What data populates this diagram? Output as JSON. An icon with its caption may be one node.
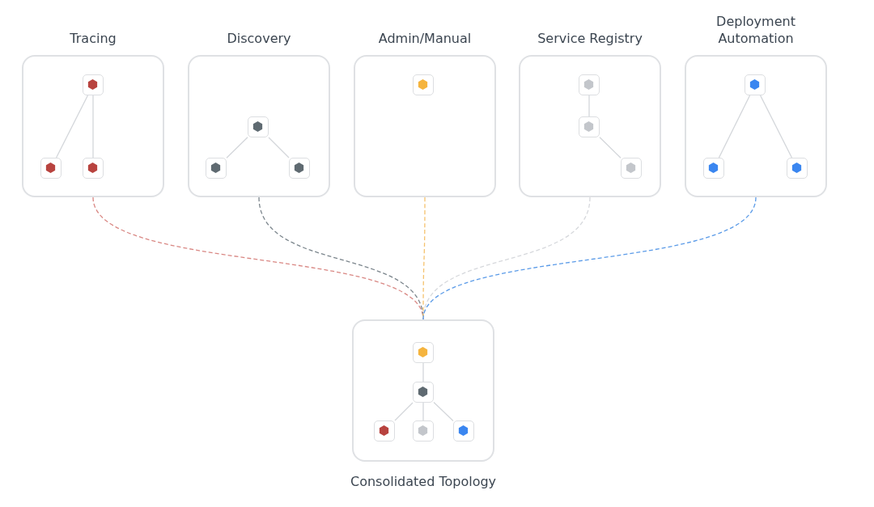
{
  "diagram": {
    "nodes": [
      {
        "text": [
          "Tracing"
        ]
      },
      {
        "text": [],
        "shape": "hexagon",
        "in": 0
      },
      {
        "text": [],
        "shape": "hexagon",
        "in": 0
      },
      {
        "text": [],
        "shape": "hexagon",
        "in": 0
      },
      {
        "text": [
          "Discovery"
        ]
      },
      {
        "text": [],
        "shape": "hexagon",
        "in": 4
      },
      {
        "text": [],
        "shape": "hexagon",
        "in": 4
      },
      {
        "text": [],
        "shape": "hexagon",
        "in": 4
      },
      {
        "text": [
          "Admin/Manual"
        ]
      },
      {
        "text": [],
        "shape": "hexagon",
        "in": 8
      },
      {
        "text": [
          "Service Registry"
        ]
      },
      {
        "text": [],
        "shape": "hexagon",
        "in": 10
      },
      {
        "text": [],
        "shape": "hexagon",
        "in": 10
      },
      {
        "text": [],
        "shape": "hexagon",
        "in": 10
      },
      {
        "text": [
          "Deployment Automation"
        ]
      },
      {
        "text": [],
        "shape": "hexagon",
        "in": 14
      },
      {
        "text": [],
        "shape": "hexagon",
        "in": 14
      },
      {
        "text": [],
        "shape": "hexagon",
        "in": 14
      },
      {
        "text": [
          "Consolidated Topology"
        ]
      },
      {
        "text": [],
        "shape": "hexagon",
        "in": 18
      },
      {
        "text": [],
        "shape": "hexagon",
        "in": 18
      },
      {
        "text": [],
        "shape": "hexagon",
        "in": 18
      },
      {
        "text": [],
        "shape": "hexagon",
        "in": 18
      },
      {
        "text": [],
        "shape": "hexagon",
        "in": 18
      }
    ],
    "edges": [
      {
        "from": 1,
        "to": 2,
        "arrow": "none"
      },
      {
        "from": 1,
        "to": 3,
        "arrow": "none"
      },
      {
        "from": 5,
        "to": 6,
        "arrow": "none"
      },
      {
        "from": 5,
        "to": 7,
        "arrow": "none"
      },
      {
        "from": 11,
        "to": 12,
        "arrow": "none"
      },
      {
        "from": 12,
        "to": 13,
        "arrow": "none"
      },
      {
        "from": 15,
        "to": 16,
        "arrow": "none"
      },
      {
        "from": 15,
        "to": 17,
        "arrow": "none"
      },
      {
        "from": 19,
        "to": 20,
        "arrow": "none"
      },
      {
        "from": 20,
        "to": 21,
        "arrow": "none"
      },
      {
        "from": 20,
        "to": 22,
        "arrow": "none"
      },
      {
        "from": 20,
        "to": 23,
        "arrow": "none"
      },
      {
        "from": 0,
        "to": 18,
        "arrow": "none",
        "style": "dashed",
        "color": "#d98783"
      },
      {
        "from": 4,
        "to": 18,
        "arrow": "none",
        "style": "dashed",
        "color": "#7b858c"
      },
      {
        "from": 8,
        "to": 18,
        "arrow": "none",
        "style": "dashed",
        "color": "#f5c26e"
      },
      {
        "from": 10,
        "to": 18,
        "arrow": "none",
        "style": "dashed",
        "color": "#d6d8dc"
      },
      {
        "from": 14,
        "to": 18,
        "arrow": "none",
        "style": "dashed",
        "color": "#5b9be8"
      }
    ]
  }
}
